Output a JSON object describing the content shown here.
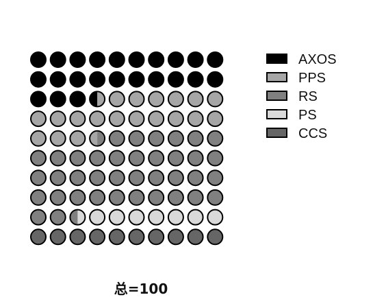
{
  "chart_data": {
    "type": "waffle",
    "grid": {
      "rows": 10,
      "cols": 10
    },
    "fill_order": "row-major, top-left",
    "total_label": "总=100",
    "series": [
      {
        "name": "AXOS",
        "value": 23.5,
        "color": "#000000"
      },
      {
        "name": "PPS",
        "value": 20,
        "color": "#a6a6a6"
      },
      {
        "name": "RS",
        "value": 39,
        "color": "#808080"
      },
      {
        "name": "PS",
        "value": 7.5,
        "color": "#d9d9d9"
      },
      {
        "name": "CCS",
        "value": 10,
        "color": "#666666"
      }
    ],
    "legend_position": "right"
  }
}
